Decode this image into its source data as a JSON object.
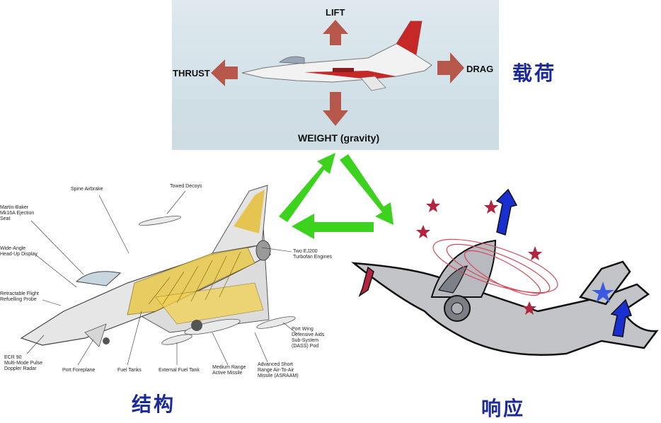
{
  "loads": {
    "forces": {
      "lift": "LIFT",
      "thrust": "THRUST",
      "drag": "DRAG",
      "weight": "WEIGHT (gravity)"
    },
    "label": "载荷"
  },
  "structure": {
    "label": "结构",
    "callouts": {
      "spine_airbrake": "Spine Airbrake",
      "towed_decoys": "Towed Decoys",
      "ejection_seat": "Martin-Baker\nMk16A Ejection\nSeat",
      "hud": "Wide-Angle\nHead-Up Display",
      "refuelling_probe": "Retractable Flight\nRefuelling Probe",
      "radar": "ECR 90\nMulti-Mode Pulse\nDoppler Radar",
      "foreplane": "Port Foreplane",
      "fuel_tanks": "Fuel Tanks",
      "external_tank": "External Fuel Tank",
      "mrm": "Medium Range\nActive Missile",
      "asraam": "Advanced Short\nRange Air-To-Air\nMissile (ASRAAM)",
      "dass": "Port Wing\nDefensive Aids\nSub-System\n(DASS) Pod",
      "engines": "Two EJ200\nTurbofan Engines"
    }
  },
  "response": {
    "label": "响应"
  },
  "colors": {
    "cycle_arrow": "#3cd21e",
    "force_arrow": "#b5574a",
    "label_blue": "#1b2a9b",
    "response_arrow": "#1a2fd0"
  }
}
